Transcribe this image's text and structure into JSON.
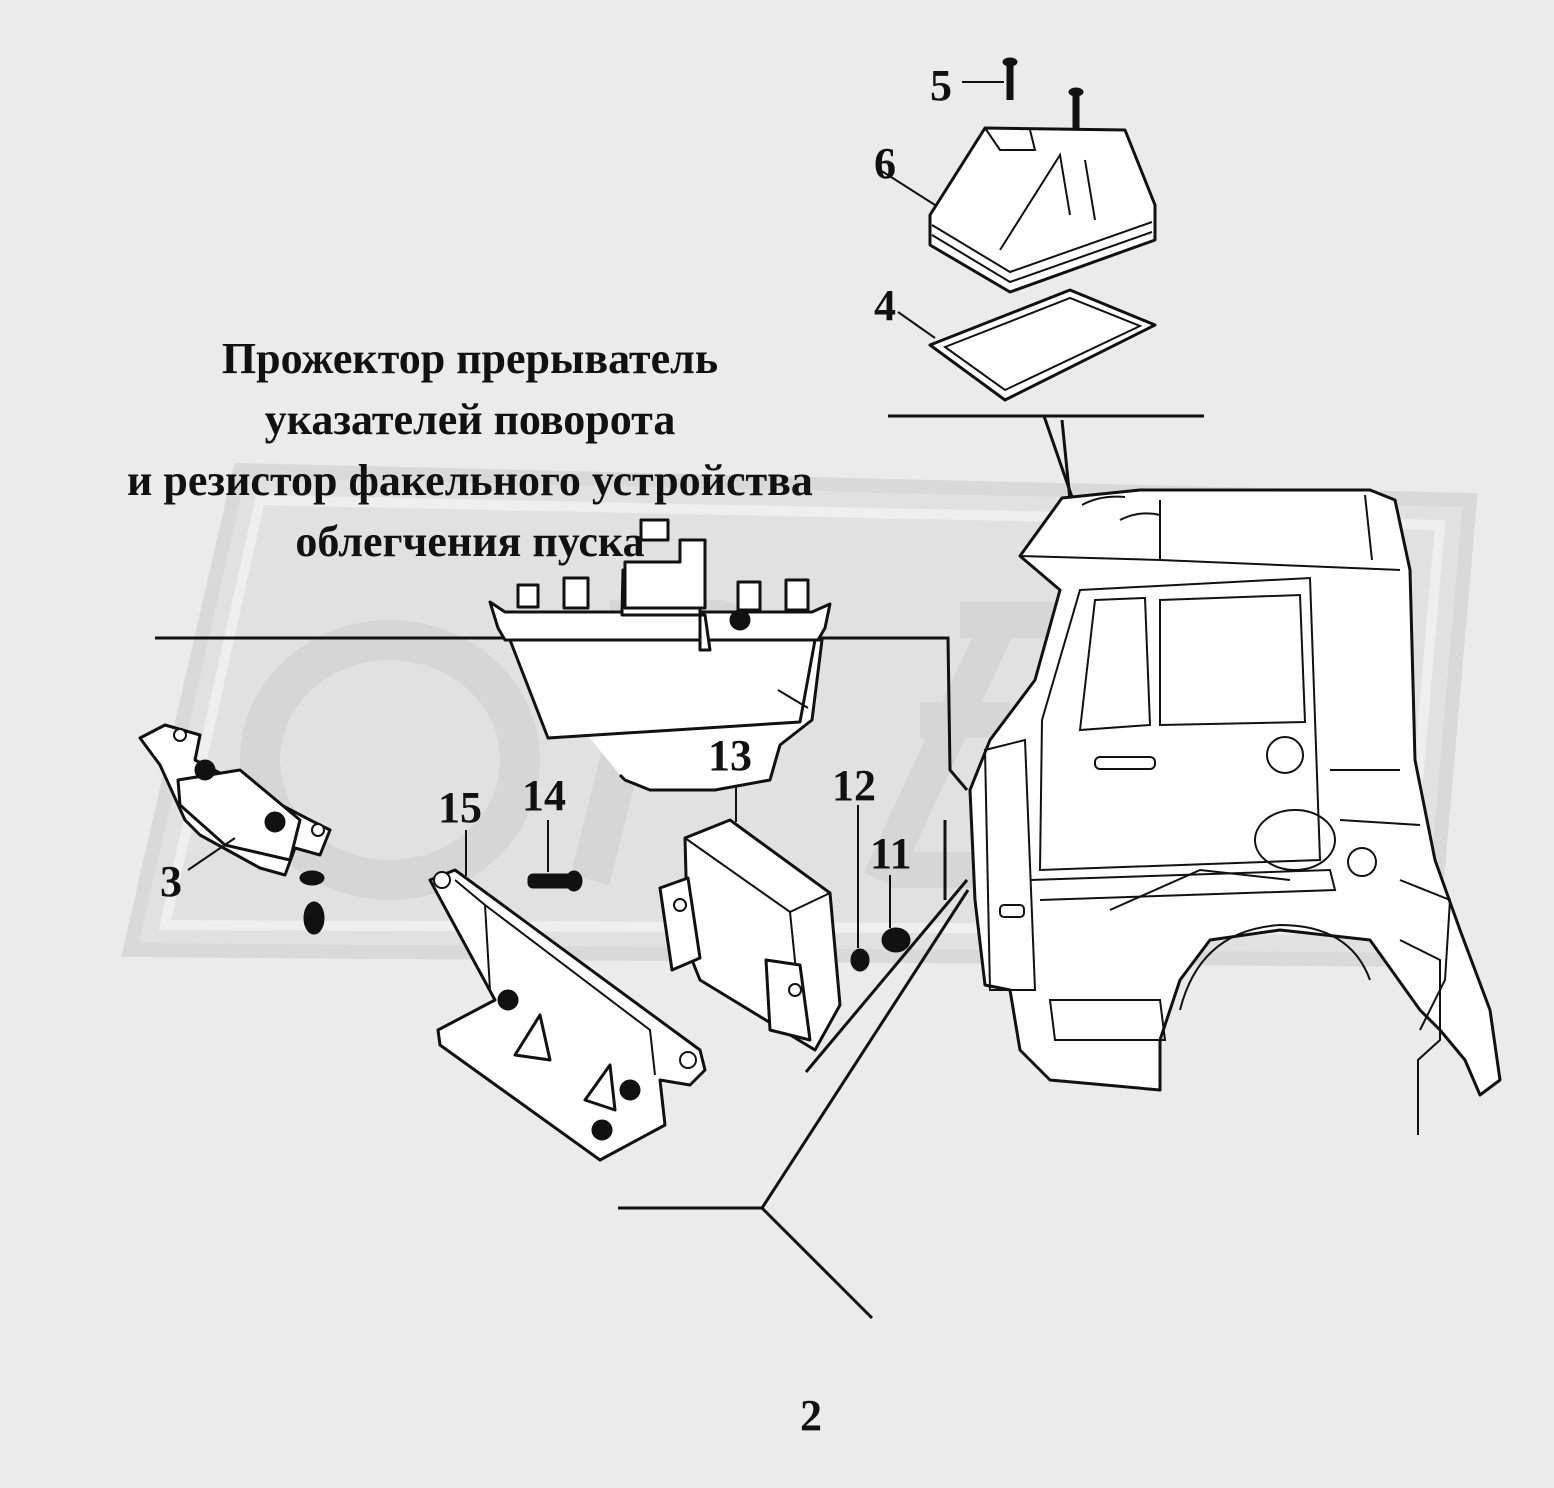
{
  "title_lines": [
    "Прожектор прерыватель",
    "указателей поворота",
    "и резистор факельного устройства",
    "облегчения пуска"
  ],
  "callouts": [
    "5",
    "6",
    "4",
    "13",
    "14",
    "15",
    "12",
    "11",
    "3",
    "2"
  ],
  "watermark": "ОРЕЛ"
}
